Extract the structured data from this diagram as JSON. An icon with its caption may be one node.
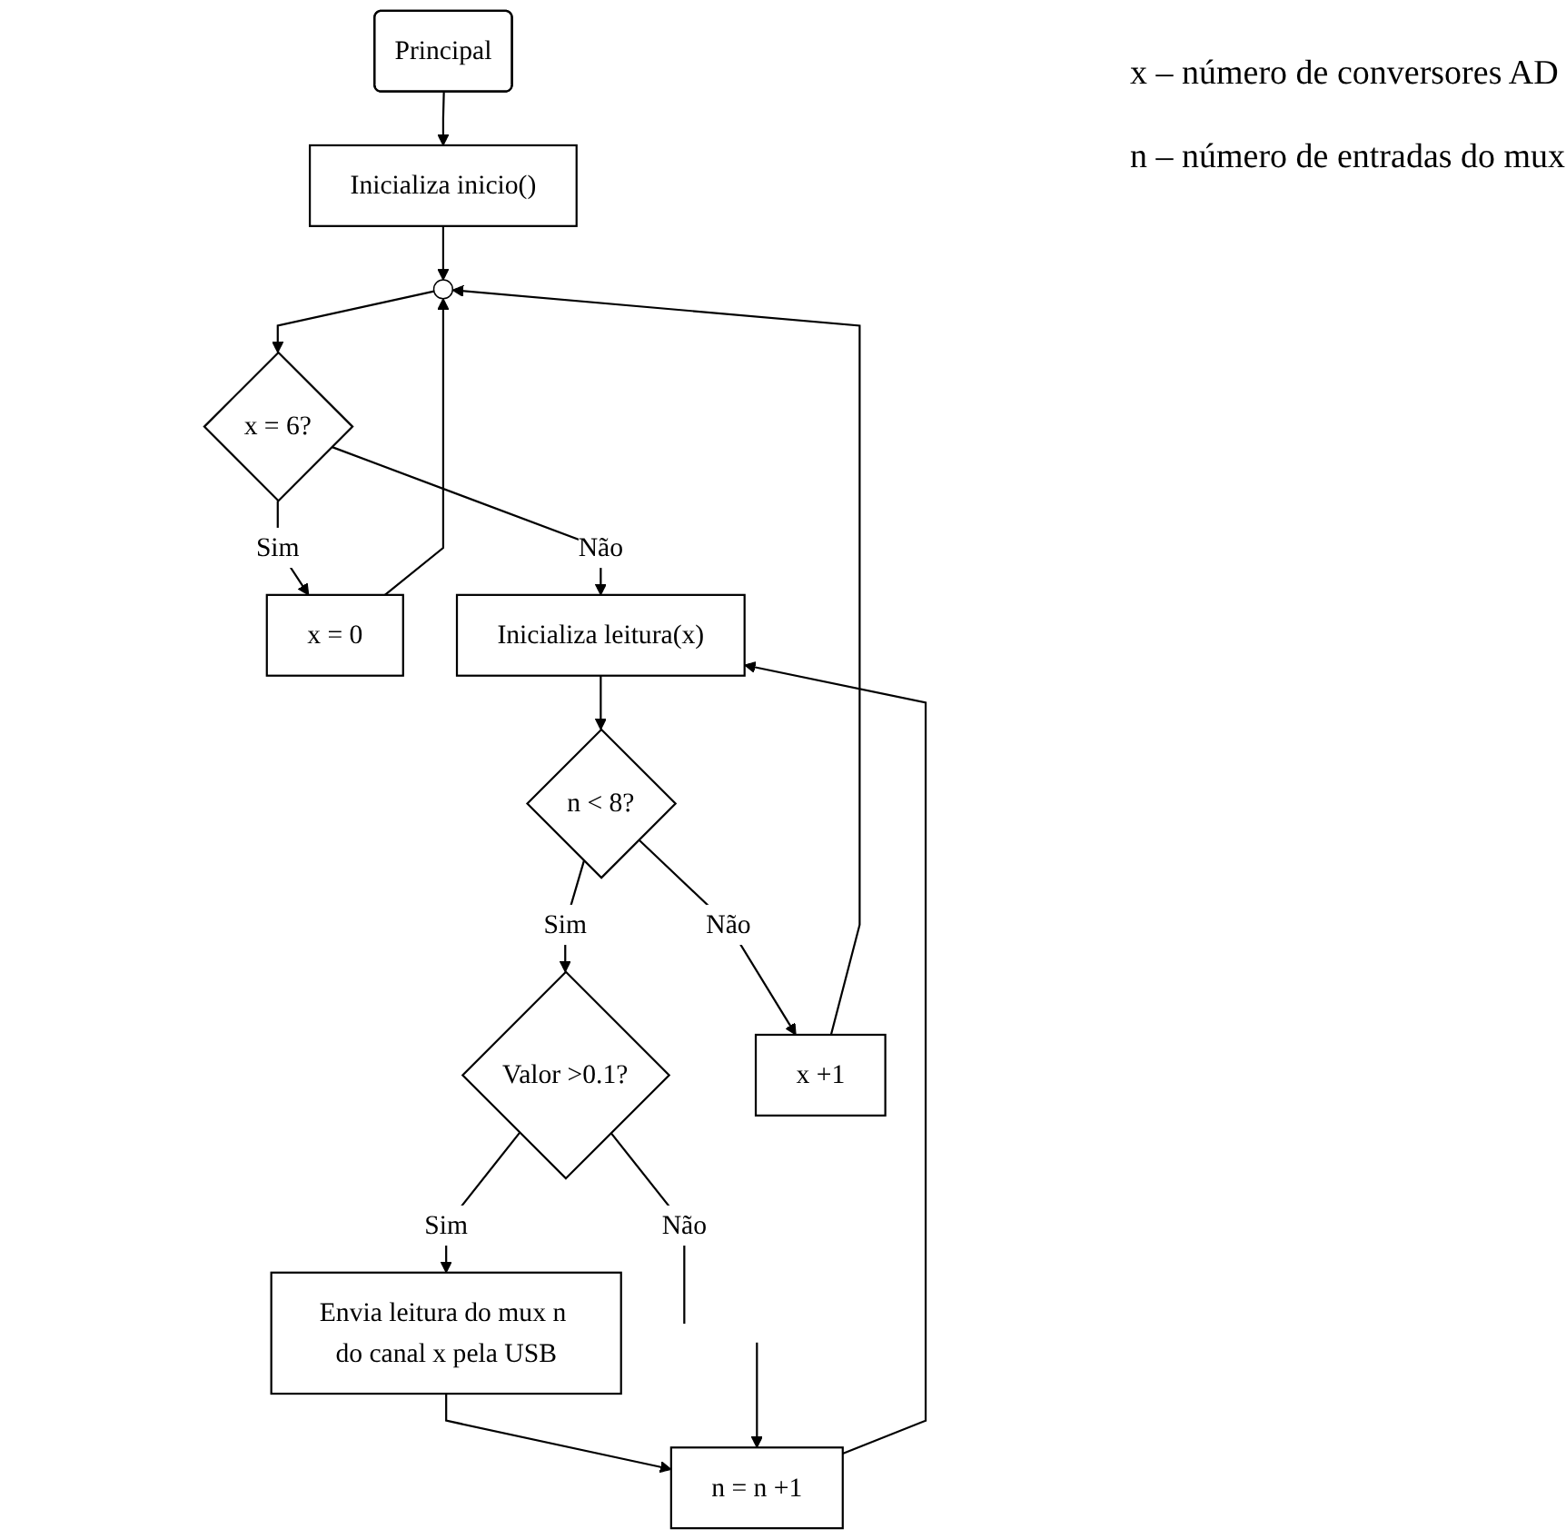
{
  "diagram": {
    "nodes": [
      {
        "text": [
          "Principal"
        ]
      },
      {
        "text": [
          "Inicializa inicio()"
        ]
      },
      {
        "text": [],
        "shape": "circle"
      },
      {
        "text": [
          "x = 6?"
        ]
      },
      {
        "text": [
          "x = 0"
        ]
      },
      {
        "text": [
          "Inicializa leitura(x)"
        ]
      },
      {
        "text": [
          "n = n +1"
        ]
      },
      {
        "text": [
          "n < 8?"
        ]
      },
      {
        "text": [
          "Valor >0.1?"
        ]
      },
      {
        "text": [
          "x +1"
        ]
      },
      {
        "text": [
          "Envia leitura do mux n do canal x pela USB"
        ]
      }
    ],
    "edges": [
      {
        "from": 0,
        "to": 1,
        "arrow": "to"
      },
      {
        "from": 1,
        "to": 2,
        "arrow": "to"
      },
      {
        "from": 2,
        "to": 3,
        "arrow": "to"
      },
      {
        "from": 3,
        "to": 4,
        "label": "Sim",
        "arrow": "to"
      },
      {
        "from": 4,
        "to": 2,
        "arrow": "to"
      },
      {
        "from": 3,
        "to": 5,
        "label": "Não",
        "arrow": "to"
      },
      {
        "from": 6,
        "to": 5,
        "arrow": "to"
      },
      {
        "from": 5,
        "to": 7,
        "arrow": "to"
      },
      {
        "from": 7,
        "to": 8,
        "label": "Sim",
        "arrow": "to"
      },
      {
        "from": 7,
        "to": 9,
        "label": "Não",
        "arrow": "to"
      },
      {
        "from": 9,
        "to": 2,
        "arrow": "to"
      },
      {
        "from": 8,
        "to": 10,
        "label": "Sim",
        "arrow": "to"
      },
      {
        "from": 8,
        "to": null,
        "label": "Não",
        "arrow": "none"
      },
      {
        "from": 10,
        "to": 6,
        "arrow": "to"
      },
      {
        "from": null,
        "to": 6,
        "arrow": "to"
      }
    ],
    "labels": [
      "x – número de conversores AD",
      "n – número de entradas do mux"
    ]
  }
}
